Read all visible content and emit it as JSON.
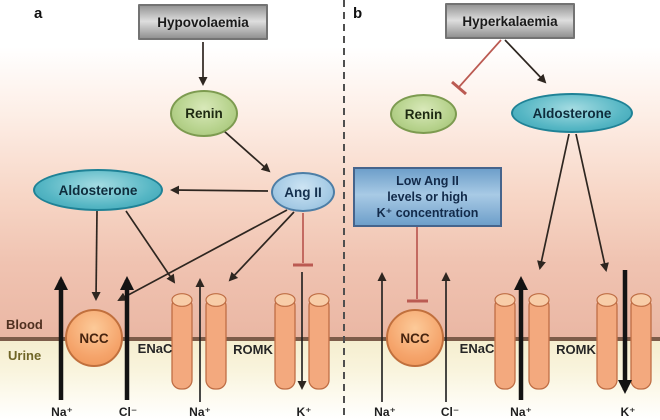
{
  "figure": {
    "panel_a": {
      "label": "a",
      "condition": "Hypovolaemia",
      "renin": "Renin",
      "aldosterone": "Aldosterone",
      "ang_ii": "Ang II",
      "ncc": "NCC",
      "enac": "ENaC",
      "romk": "ROMK",
      "ion_na_ncc": "Na⁺",
      "ion_cl_ncc": "Cl⁻",
      "ion_na_enac": "Na⁺",
      "ion_k_romk": "K⁺"
    },
    "panel_b": {
      "label": "b",
      "condition": "Hyperkalaemia",
      "renin": "Renin",
      "aldosterone": "Aldosterone",
      "info_line1": "Low Ang II",
      "info_line2": "levels or high",
      "info_line3": "K⁺ concentration",
      "ncc": "NCC",
      "enac": "ENaC",
      "romk": "ROMK",
      "ion_na_ncc": "Na⁺",
      "ion_cl_ncc": "Cl⁻",
      "ion_na_enac": "Na⁺",
      "ion_k_romk": "K⁺"
    },
    "compartments": {
      "blood": "Blood",
      "urine": "Urine"
    },
    "colors": {
      "activation_line": "#2e2620",
      "inhibition_line": "#bb5a52",
      "membrane": "#7d5c49",
      "channel_fill": "#f3a97e",
      "channel_rim": "#f8cda8",
      "channel_stroke": "#bf6e45",
      "ncc_fill": "#f5a46b",
      "renin_fill": "#b6d28c",
      "aldosterone_fill": "#55b6c4",
      "ang_ii_fill": "#a6cbe5",
      "condition_box_fill": "#bdbdbd",
      "info_box_fill": "#7fafd6",
      "blood_bg": "#eab7a4",
      "urine_bg": "#f5eecf"
    }
  }
}
